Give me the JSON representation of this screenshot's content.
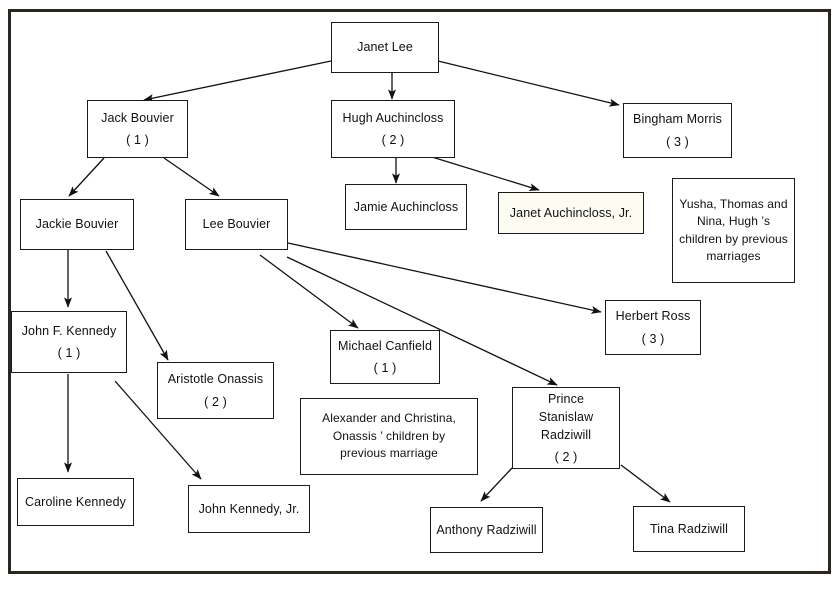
{
  "diagram": {
    "title": "Kennedy-Bouvier-Auchincloss family tree",
    "background": "#ffffff",
    "frame_color": "#2a2723",
    "box_border_color": "#1b1b1b",
    "edge_color": "#111111"
  },
  "nodes": {
    "janet_lee": {
      "name": "Janet Lee",
      "ordinal": ""
    },
    "jack_bouvier": {
      "name": "Jack Bouvier",
      "ordinal": "( 1 )"
    },
    "hugh_auchincloss": {
      "name": "Hugh Auchincloss",
      "ordinal": "( 2 )"
    },
    "bingham_morris": {
      "name": "Bingham Morris",
      "ordinal": "( 3 )"
    },
    "jamie_auchincloss": {
      "name": "Jamie Auchincloss",
      "ordinal": ""
    },
    "janet_auchincloss_jr": {
      "name": "Janet Auchincloss, Jr.",
      "ordinal": ""
    },
    "hugh_previous_children": {
      "line1": "Yusha, Thomas and",
      "line2": "Nina, Hugh ’s",
      "line3": "children by previous",
      "line4": "marriages"
    },
    "jackie_bouvier": {
      "name": "Jackie Bouvier",
      "ordinal": ""
    },
    "lee_bouvier": {
      "name": "Lee Bouvier",
      "ordinal": ""
    },
    "john_f_kennedy": {
      "name": "John F. Kennedy",
      "ordinal": "( 1 )"
    },
    "aristotle_onassis": {
      "name": "Aristotle Onassis",
      "ordinal": "( 2 )"
    },
    "michael_canfield": {
      "name": "Michael Canfield",
      "ordinal": "( 1 )"
    },
    "onassis_previous_children": {
      "line1": "Alexander and Christina,",
      "line2": "Onassis ’  children by",
      "line3": "previous marriage"
    },
    "prince_stanislaw_radziwill": {
      "line1": "Prince",
      "line2": "Stanislaw",
      "line3": "Radziwill",
      "ordinal": "( 2 )"
    },
    "herbert_ross": {
      "name": "Herbert Ross",
      "ordinal": "( 3 )"
    },
    "caroline_kennedy": {
      "name": "Caroline Kennedy",
      "ordinal": ""
    },
    "john_kennedy_jr": {
      "name": "John Kennedy, Jr.",
      "ordinal": ""
    },
    "anthony_radziwill": {
      "name": "Anthony Radziwill",
      "ordinal": ""
    },
    "tina_radziwill": {
      "name": "Tina Radziwill",
      "ordinal": ""
    }
  },
  "edges": [
    {
      "from": "janet_lee",
      "to": "jack_bouvier"
    },
    {
      "from": "janet_lee",
      "to": "hugh_auchincloss"
    },
    {
      "from": "janet_lee",
      "to": "bingham_morris"
    },
    {
      "from": "hugh_auchincloss",
      "to": "jamie_auchincloss"
    },
    {
      "from": "hugh_auchincloss",
      "to": "janet_auchincloss_jr"
    },
    {
      "from": "jack_bouvier",
      "to": "jackie_bouvier"
    },
    {
      "from": "jack_bouvier",
      "to": "lee_bouvier"
    },
    {
      "from": "jackie_bouvier",
      "to": "john_f_kennedy"
    },
    {
      "from": "jackie_bouvier",
      "to": "aristotle_onassis"
    },
    {
      "from": "john_f_kennedy",
      "to": "caroline_kennedy"
    },
    {
      "from": "john_f_kennedy",
      "to": "john_kennedy_jr"
    },
    {
      "from": "lee_bouvier",
      "to": "michael_canfield"
    },
    {
      "from": "lee_bouvier",
      "to": "prince_stanislaw_radziwill"
    },
    {
      "from": "lee_bouvier",
      "to": "herbert_ross"
    },
    {
      "from": "prince_stanislaw_radziwill",
      "to": "anthony_radziwill"
    },
    {
      "from": "prince_stanislaw_radziwill",
      "to": "tina_radziwill"
    }
  ]
}
